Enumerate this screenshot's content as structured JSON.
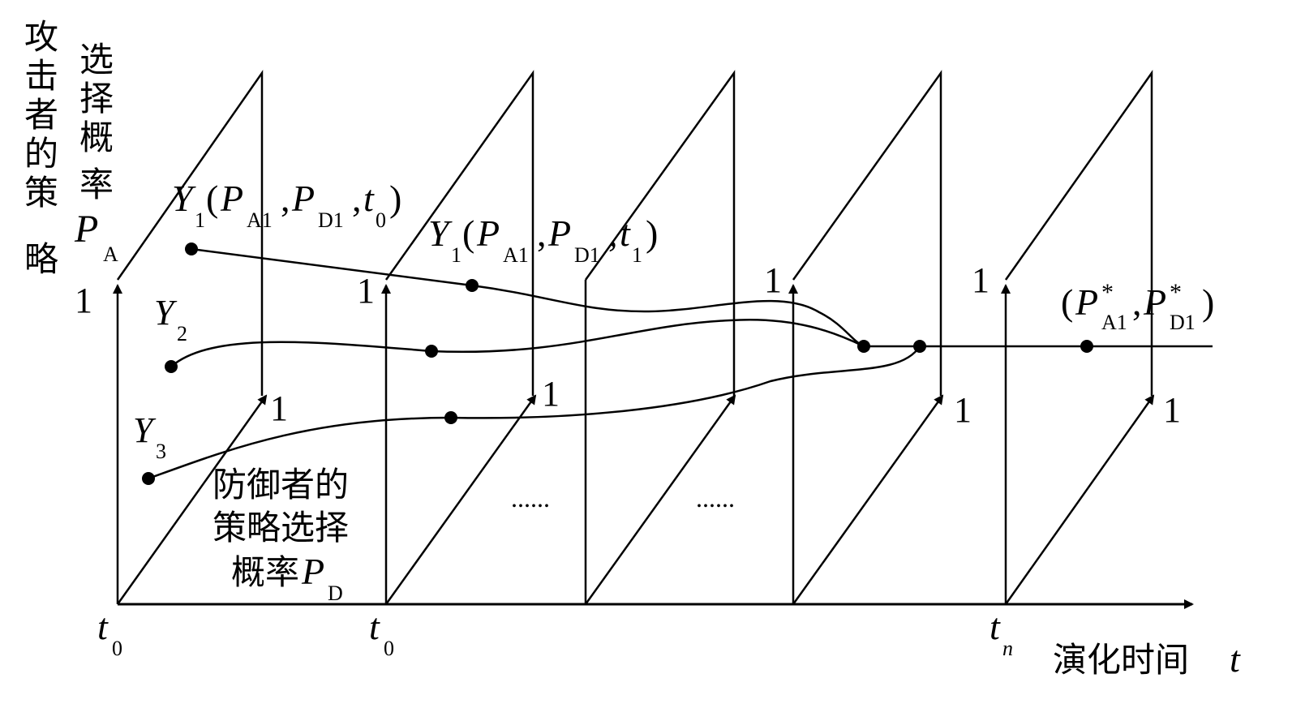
{
  "axis_labels": {
    "attacker_vertical": [
      "攻",
      "击",
      "者",
      "的",
      "策",
      "略"
    ],
    "attacker_vertical2": [
      "选",
      "择",
      "概",
      "率"
    ],
    "attacker_symbol": "P",
    "attacker_sub": "A",
    "defender_line1": "防御者的",
    "defender_line2": "策略选择",
    "defender_line3": "概率",
    "defender_symbol": "P",
    "defender_sub": "D",
    "time_label": "演化时间",
    "time_var": "t"
  },
  "time_ticks": [
    {
      "var": "t",
      "sub": "0"
    },
    {
      "var": "t",
      "sub": "0"
    },
    {
      "var": "t",
      "sub": "n"
    }
  ],
  "one_label": "1",
  "ellipsis": "......",
  "points": {
    "y1_start": {
      "name": "Y",
      "sub": "1"
    },
    "y2_start": {
      "name": "Y",
      "sub": "2"
    },
    "y3_start": {
      "name": "Y",
      "sub": "3"
    }
  },
  "annotations": {
    "y1_t0": {
      "Y": "Y",
      "Ysub": "1",
      "P1": "P",
      "P1sub": "A1",
      "P2": "P",
      "P2sub": "D1",
      "t": "t",
      "tsub": "0"
    },
    "y1_t1": {
      "Y": "Y",
      "Ysub": "1",
      "P1": "P",
      "P1sub": "A1",
      "P2": "P",
      "P2sub": "D1",
      "t": "t",
      "tsub": "1"
    },
    "equilibrium": {
      "P1": "P",
      "P1sup": "*",
      "P1sub": "A1",
      "P2": "P",
      "P2sup": "*",
      "P2sub": "D1"
    }
  }
}
